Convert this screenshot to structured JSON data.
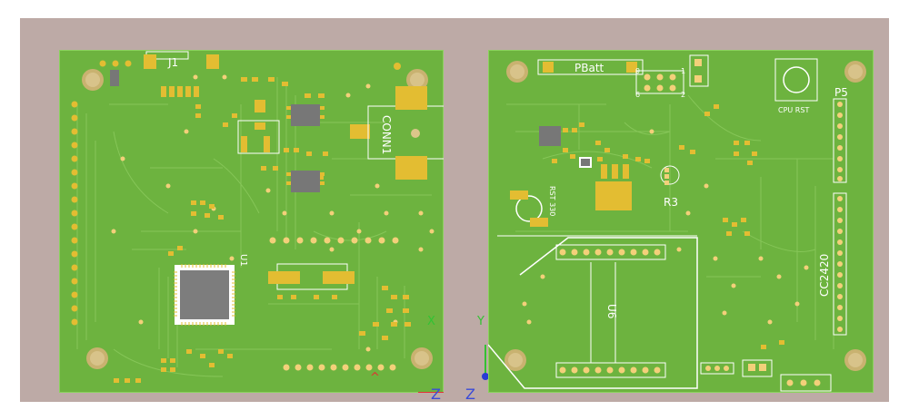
{
  "view": {
    "background": "#bdaaa6",
    "board_color": "#6db33f",
    "board_outline_color": "#8ad35d",
    "pad_color": "#e3bd32",
    "via_color": "#f3d07a",
    "silk_color": "#ffffff"
  },
  "left_board": {
    "labels": {
      "j1": "J1",
      "conn1": "CONN1",
      "u1": "U1"
    },
    "axes": {
      "x_label": "X",
      "z_label": "Z"
    }
  },
  "right_board": {
    "labels": {
      "pbatt": "PBatt",
      "p5": "P5",
      "cpu_rst": "CPU RST",
      "cc2420": "CC2420",
      "r3": "R3",
      "u6": "U6",
      "rst_330": "RST 330",
      "hdr_9": "9",
      "hdr_6": "6",
      "hdr_1": "1",
      "hdr_2": "2"
    },
    "axes": {
      "y_label": "Y",
      "z_label": "Z"
    }
  }
}
